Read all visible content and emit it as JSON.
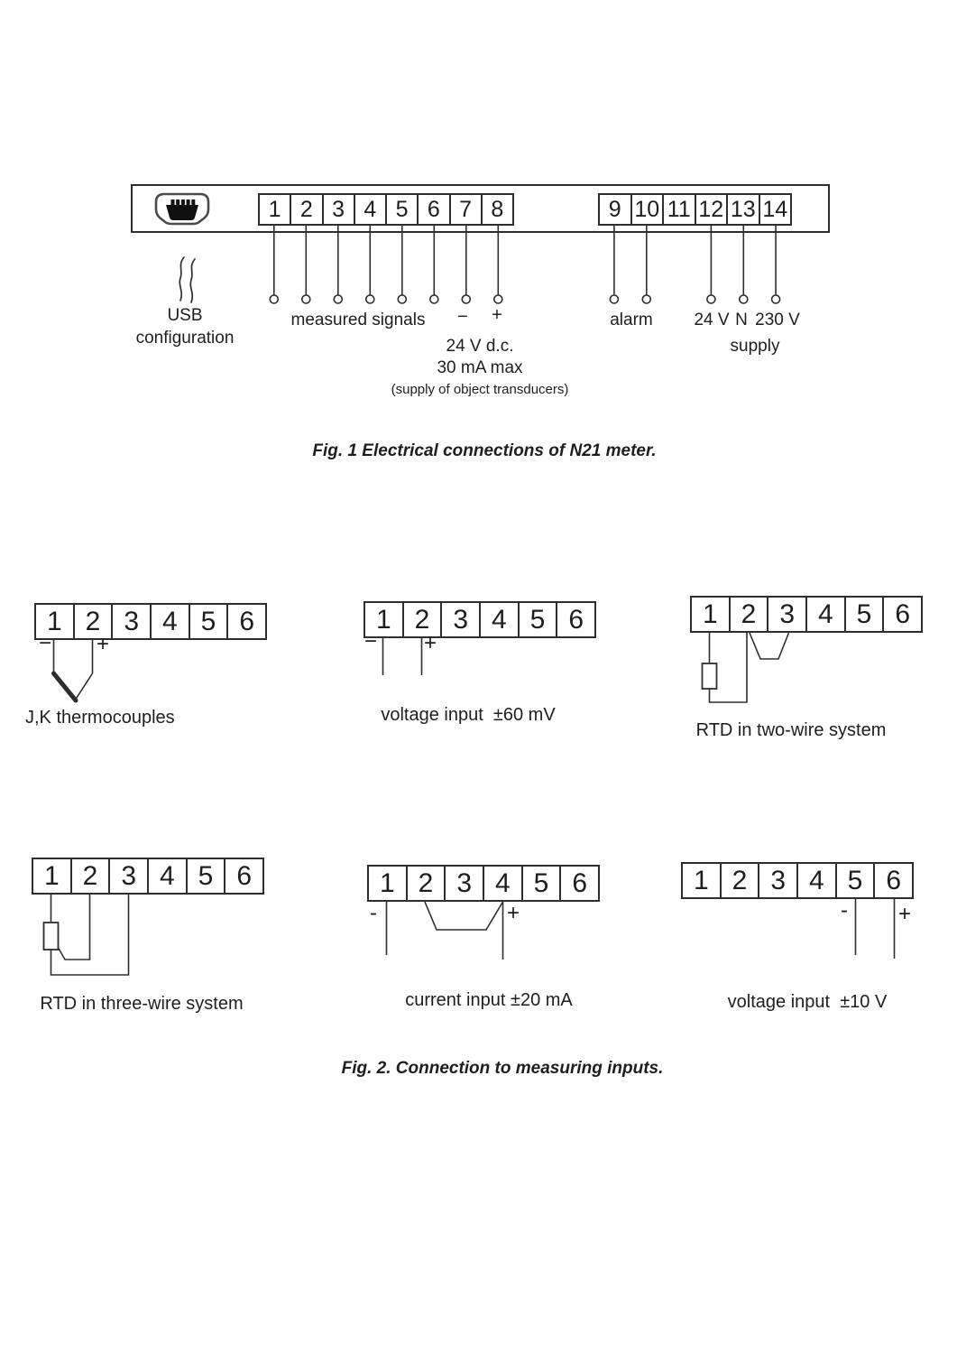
{
  "colors": {
    "ink": "#1e1e1e",
    "background": "#ffffff"
  },
  "fig1": {
    "icons": {
      "usb": "mini-usb-connector-icon",
      "cable_break": "cable-break-squiggle-icon"
    },
    "usb_label": [
      "USB",
      "configuration"
    ],
    "terminals_left": [
      "1",
      "2",
      "3",
      "4",
      "5",
      "6",
      "7",
      "8"
    ],
    "terminals_right": [
      "9",
      "10",
      "11",
      "12",
      "13",
      "14"
    ],
    "measured_signals": "measured signals",
    "transducer_minus": "−",
    "transducer_plus": "+",
    "transducer_supply": [
      "24 V d.c.",
      "30 mA max",
      "(supply of object transducers)"
    ],
    "alarm": "alarm",
    "supply_terminals": [
      "24 V",
      "N",
      "230 V"
    ],
    "supply": "supply",
    "caption": "Fig. 1 Electrical connections of N21 meter."
  },
  "fig2": {
    "caption": "Fig. 2. Connection to measuring inputs.",
    "diagrams": [
      {
        "name": "jk-thermocouples",
        "terminals": [
          "1",
          "2",
          "3",
          "4",
          "5",
          "6"
        ],
        "minus": "−",
        "plus": "+",
        "caption": "J,K thermocouples"
      },
      {
        "name": "voltage-input-60mv",
        "terminals": [
          "1",
          "2",
          "3",
          "4",
          "5",
          "6"
        ],
        "minus": "−",
        "plus": "+",
        "caption": "voltage input  ±60 mV"
      },
      {
        "name": "rtd-two-wire",
        "terminals": [
          "1",
          "2",
          "3",
          "4",
          "5",
          "6"
        ],
        "caption": "RTD in two-wire system"
      },
      {
        "name": "rtd-three-wire",
        "terminals": [
          "1",
          "2",
          "3",
          "4",
          "5",
          "6"
        ],
        "caption": "RTD in three-wire system"
      },
      {
        "name": "current-input-20ma",
        "terminals": [
          "1",
          "2",
          "3",
          "4",
          "5",
          "6"
        ],
        "minus": "-",
        "plus": "+",
        "caption": "current input ±20 mA"
      },
      {
        "name": "voltage-input-10v",
        "terminals": [
          "1",
          "2",
          "3",
          "4",
          "5",
          "6"
        ],
        "minus": "-",
        "plus": "+",
        "caption": "voltage input  ±10 V"
      }
    ]
  }
}
